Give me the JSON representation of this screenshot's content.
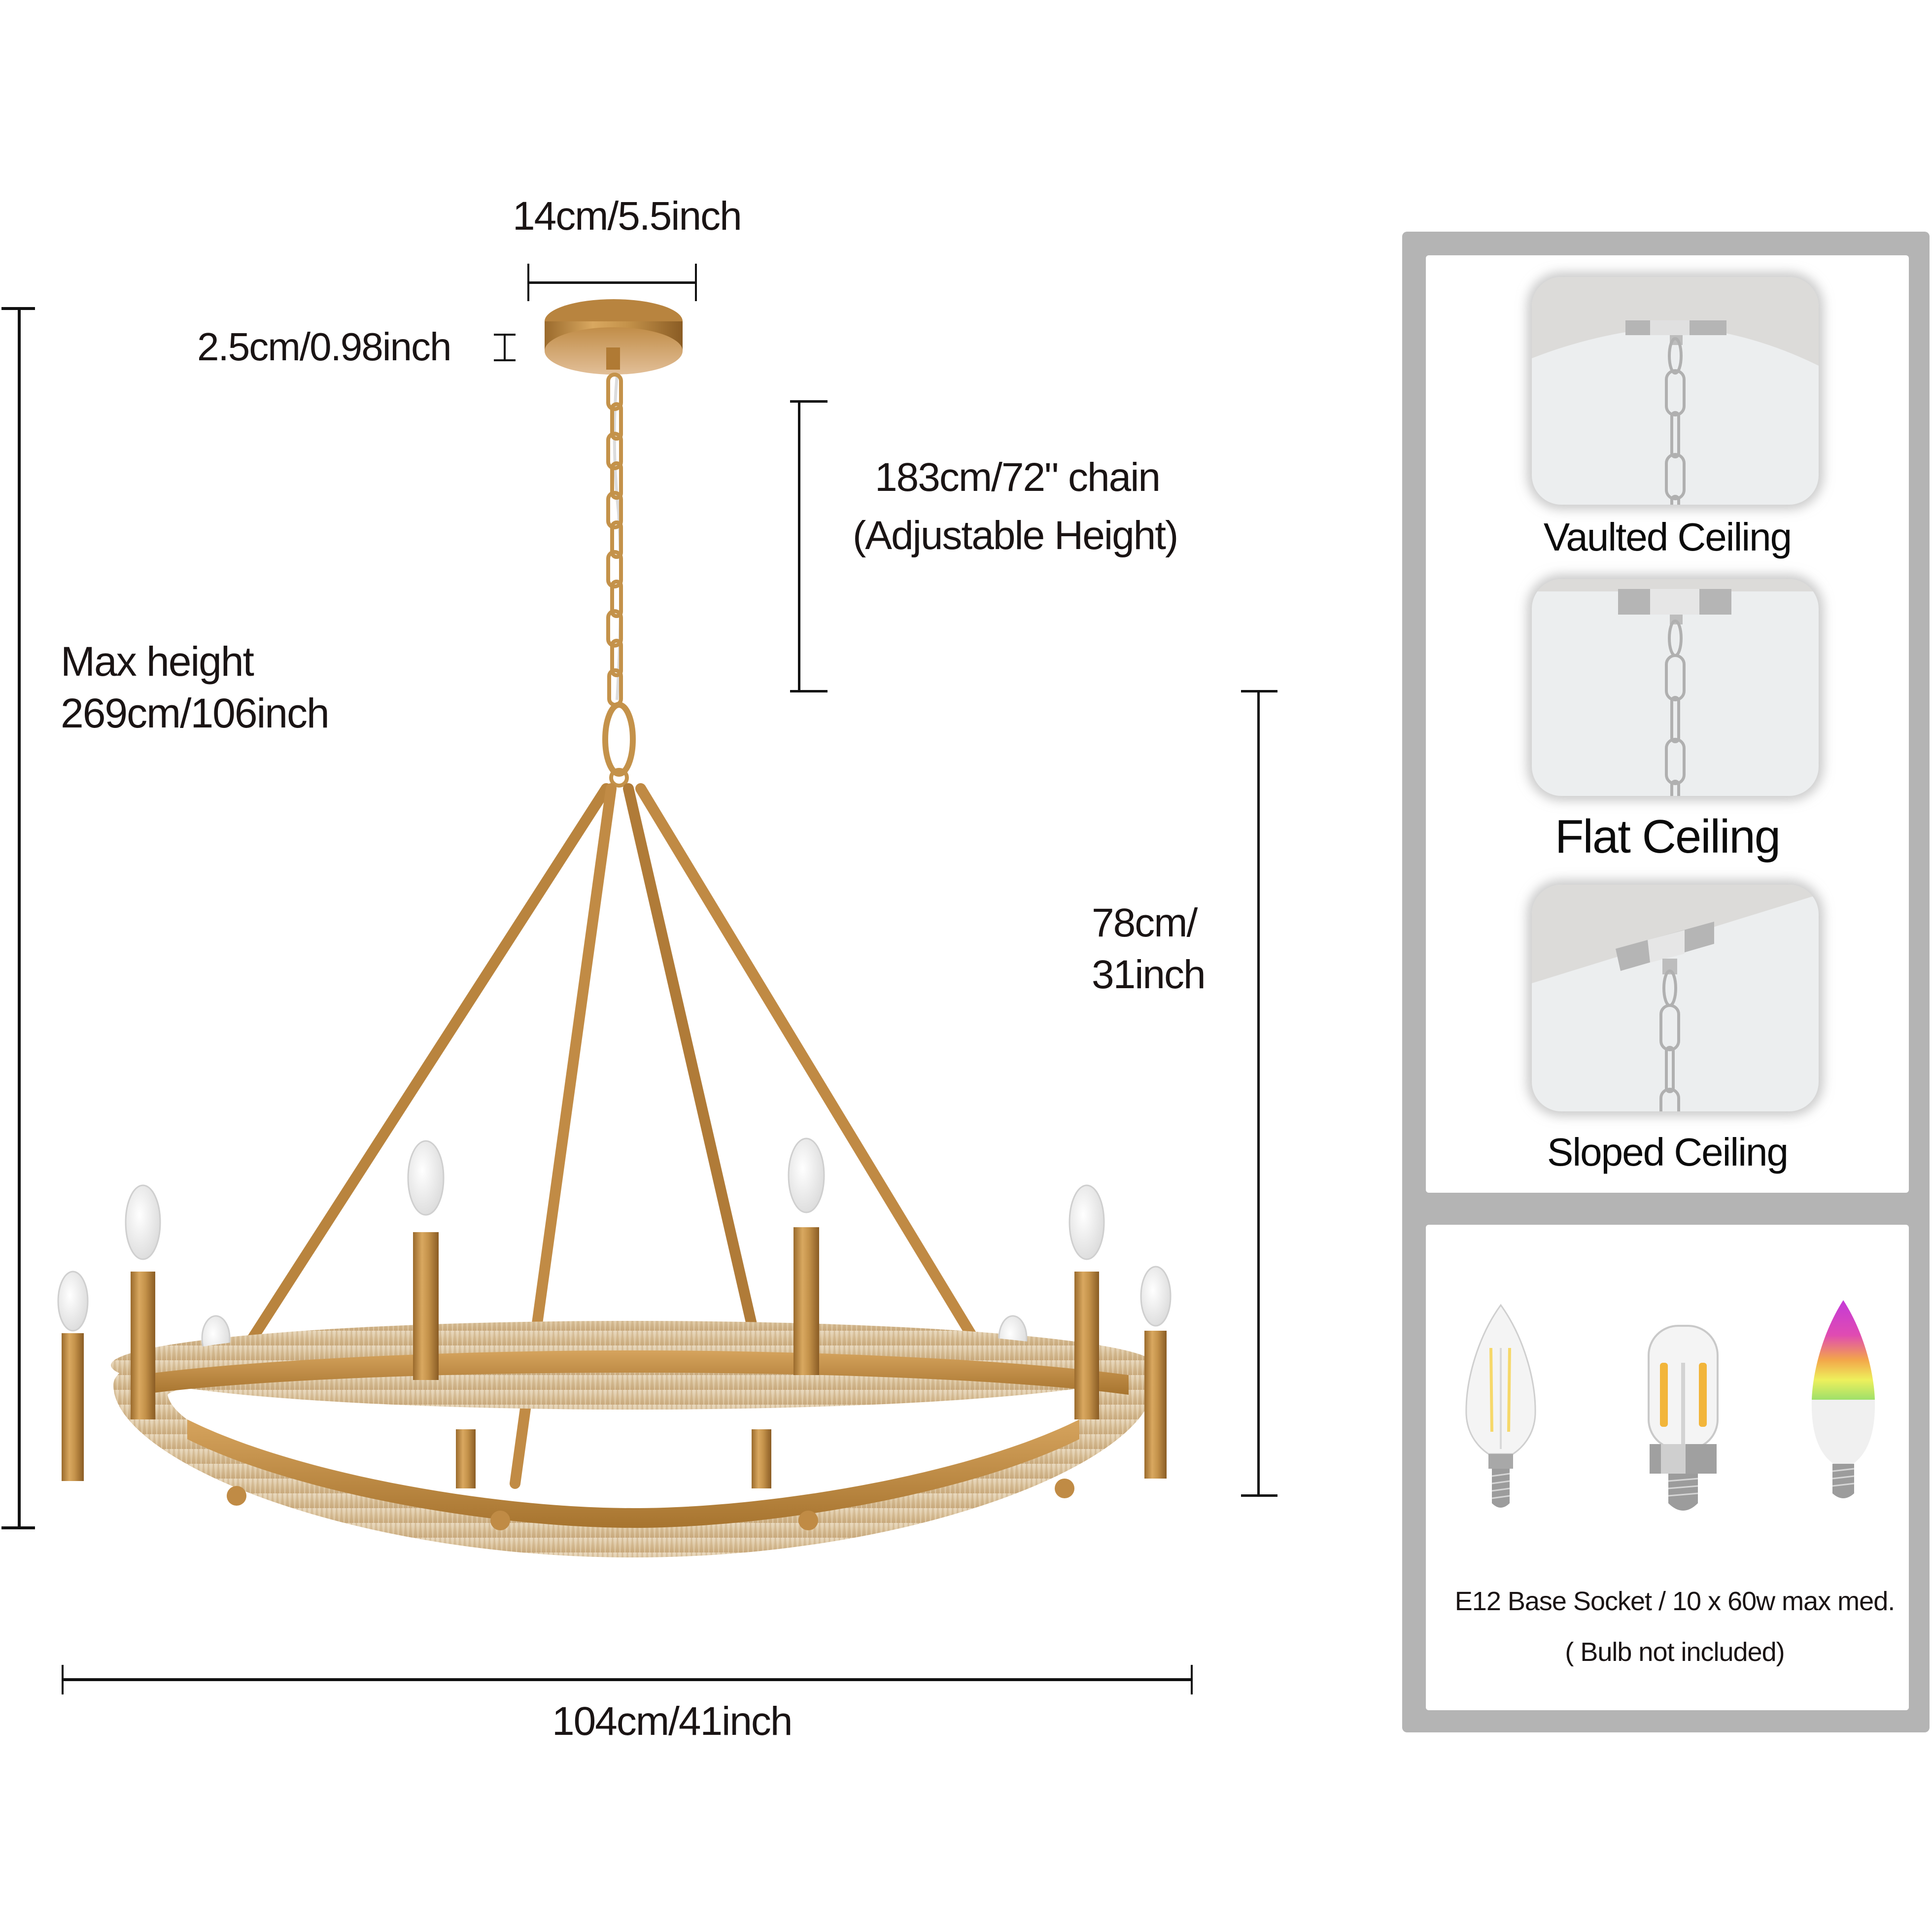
{
  "dimensions": {
    "canopy_width": "14cm/5.5inch",
    "canopy_height": "2.5cm/0.98inch",
    "chain_length_line1": "183cm/72\" chain",
    "chain_length_line2": "(Adjustable Height)",
    "max_height_label": "Max height",
    "max_height_value": "269cm/106inch",
    "body_height_line1": "78cm/",
    "body_height_line2": "31inch",
    "diameter": "104cm/41inch"
  },
  "mounting_options": {
    "items": [
      {
        "label": "Vaulted Ceiling",
        "ceiling": "vaulted"
      },
      {
        "label": "Flat Ceiling",
        "ceiling": "flat"
      },
      {
        "label": "Sloped Ceiling",
        "ceiling": "sloped"
      }
    ]
  },
  "bulbs": {
    "items": [
      {
        "type": "candelabra-filament-bulb-icon"
      },
      {
        "type": "tubular-filament-bulb-icon"
      },
      {
        "type": "rgb-smart-bulb-icon"
      }
    ],
    "socket_info": "E12 Base Socket / 10 x 60w max med.",
    "note": "( Bulb not included)"
  },
  "product": {
    "lights_count": 10,
    "finish_color": "#c4924a",
    "rope_color": "#dcc7a6"
  },
  "colors": {
    "frame_gray": "#b4b4b4",
    "text": "#1a1414",
    "dimension_line": "#111111"
  }
}
